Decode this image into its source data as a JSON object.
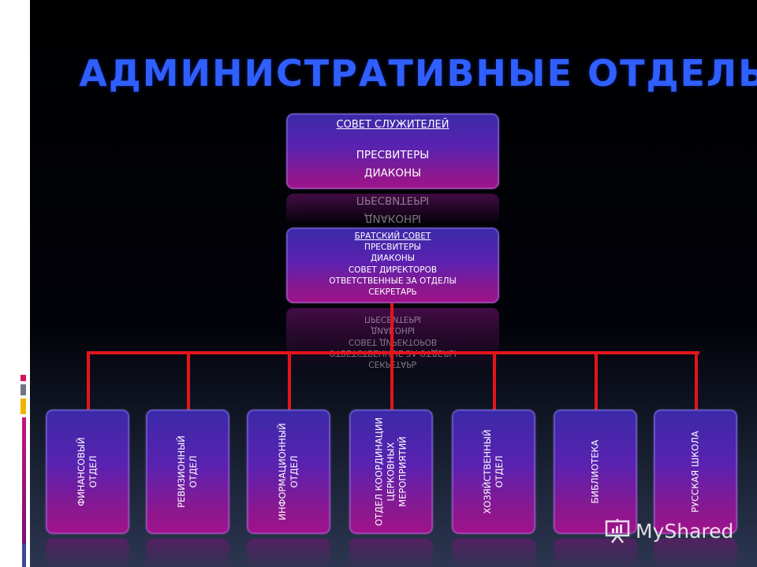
{
  "title": "АДМИНИСТРАТИВНЫЕ ОТДЕЛЫ",
  "top_board": {
    "heading": "СОВЕТ СЛУЖИТЕЛЕЙ",
    "lines": [
      "ПРЕСВИТЕРЫ",
      "ДИАКОНЫ"
    ]
  },
  "brother_board": {
    "heading": "БРАТСКИЙ СОВЕТ",
    "lines": [
      "ПРЕСВИТЕРЫ",
      "ДИАКОНЫ",
      "СОВЕТ ДИРЕКТОРОВ",
      "ОТВЕТСТВЕННЫЕ ЗА ОТДЕЛЫ",
      "СЕКРЕТАРЬ"
    ]
  },
  "departments": [
    "ФИНАНСОВЫЙ ОТДЕЛ",
    "РЕВИЗИОННЫЙ ОТДЕЛ",
    "ИНФОРМАЦИОННЫЙ ОТДЕЛ",
    "ОТДЕЛ КООРДИНАЦИИ ЦЕРКОВНЫХ МЕРОПРИЯТИЙ",
    "ХОЗЯЙСТВЕННЫЙ ОТДЕЛ",
    "БИБЛИОТЕКА",
    "РУССКАЯ ШКОЛА"
  ],
  "watermark": "MyShared",
  "colors": {
    "title": "#2f5fff",
    "connector": "#e4141c",
    "box_top": "#3a2aa8",
    "box_bottom": "#a0128a",
    "deco": [
      "#d4145a",
      "#7a7f8a",
      "#f0b400"
    ]
  }
}
